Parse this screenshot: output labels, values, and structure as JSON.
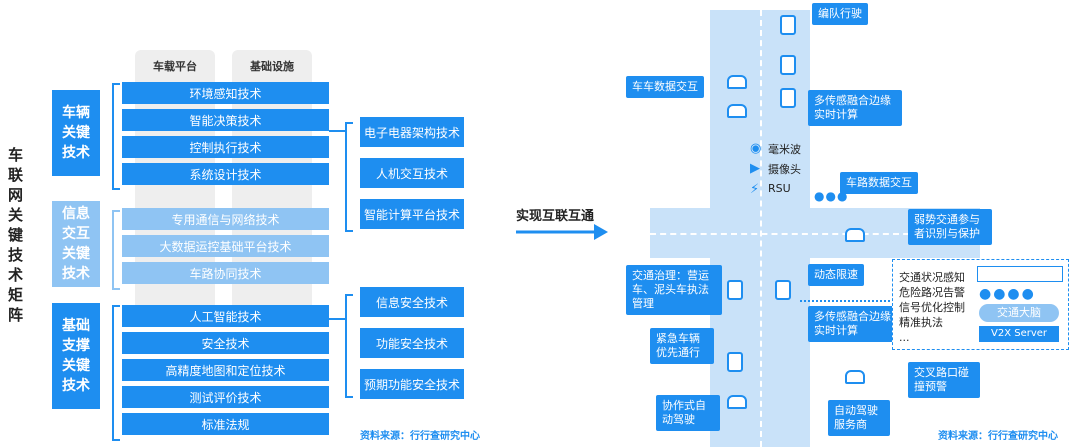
{
  "matrix": {
    "title": "车联网关键技术矩阵",
    "col_headers": [
      "车载平台",
      "基础设施"
    ],
    "categories": [
      {
        "label": "车辆关键技术"
      },
      {
        "label": "信息交互关键技术"
      },
      {
        "label": "基础支撑关键技术"
      }
    ],
    "vehicle_tech": [
      "环境感知技术",
      "智能决策技术",
      "控制执行技术",
      "系统设计技术"
    ],
    "info_tech": [
      "专用通信与网络技术",
      "大数据运控基础平台技术",
      "车路协同技术"
    ],
    "support_tech": [
      "人工智能技术",
      "安全技术",
      "高精度地图和定位技术",
      "测试评价技术",
      "标准法规"
    ],
    "right_top": [
      "电子电器架构技术",
      "人机交互技术",
      "智能计算平台技术"
    ],
    "right_bottom": [
      "信息安全技术",
      "功能安全技术",
      "预期功能安全技术"
    ],
    "source": "资料来源：行行查研究中心"
  },
  "arrow_label": "实现互联互通",
  "diagram": {
    "labels": {
      "platoon": "编队行驶",
      "v2v": "车车数据交互",
      "fusion_top": "多传感融合边缘实时计算",
      "radar": "毫米波",
      "camera": "摄像头",
      "rsu": "RSU",
      "v2i": "车路数据交互",
      "vru": "弱势交通参与者识别与保护",
      "governance": "交通治理：营运车、泥头车执法管理",
      "speed": "动态限速",
      "fusion_mid": "多传感融合边缘实时计算",
      "emergency": "紧急车辆优先通行",
      "cooperative": "协作式自动驾驶",
      "ad_service": "自动驾驶服务商",
      "intersection": "交叉路口碰撞预警",
      "server_list": [
        "交通状况感知",
        "危险路况告警",
        "信号优化控制",
        "精准执法",
        "..."
      ],
      "brain": "交通大脑",
      "v2x_server": "V2X Server"
    },
    "source": "资料来源：行行查研究中心"
  },
  "colors": {
    "primary": "#1e8ef0",
    "light": "#8fc4f3",
    "road": "#c9e2f9"
  }
}
